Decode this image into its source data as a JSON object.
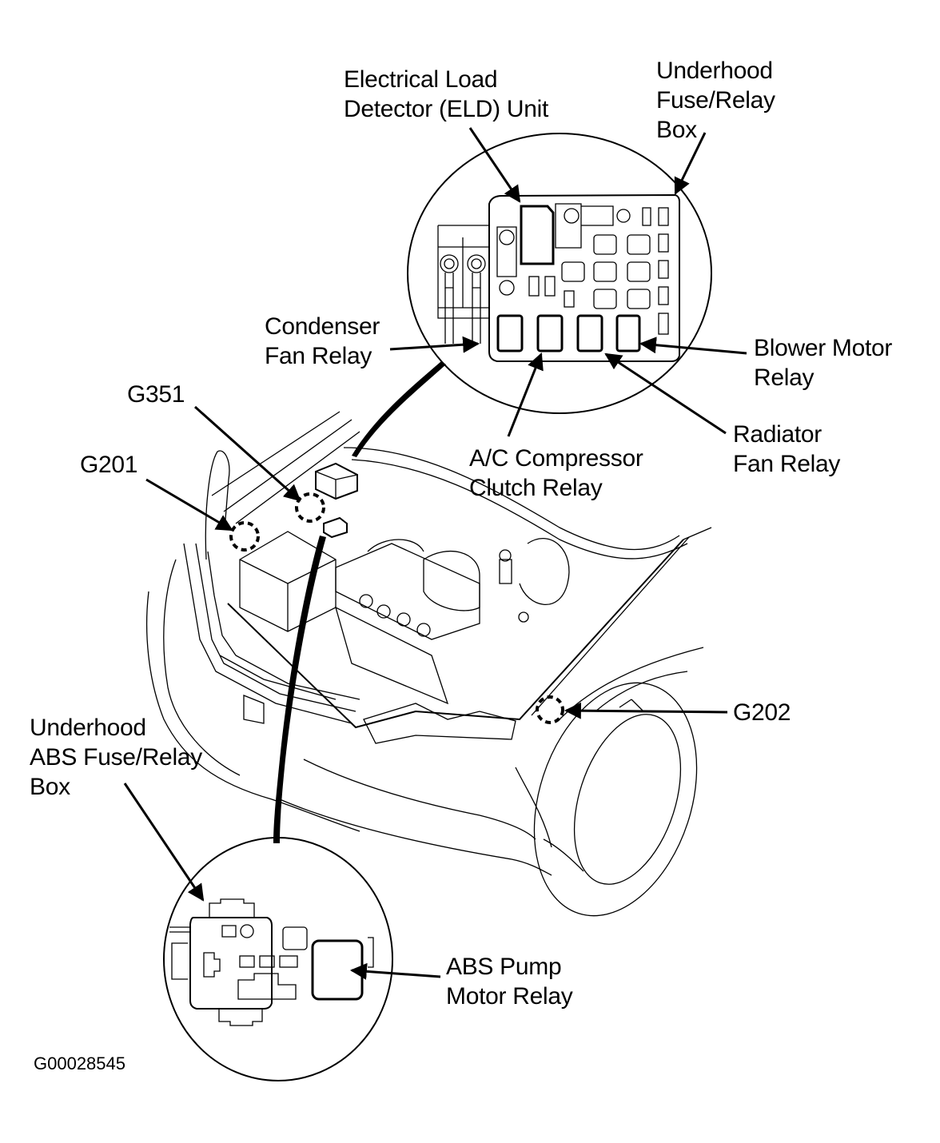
{
  "diagram": {
    "title_code": "G00028545",
    "colors": {
      "line": "#000000",
      "background": "#ffffff"
    },
    "labels": {
      "eld_unit": [
        "Electrical Load",
        "Detector (ELD) Unit"
      ],
      "underhood_fuse_box": [
        "Underhood",
        "Fuse/Relay",
        "Box"
      ],
      "condenser_fan_relay": [
        "Condenser",
        "Fan Relay"
      ],
      "blower_motor_relay": [
        "Blower Motor",
        "Relay"
      ],
      "ac_compressor_clutch_relay": [
        "A/C Compressor",
        "Clutch Relay"
      ],
      "radiator_fan_relay": [
        "Radiator",
        "Fan Relay"
      ],
      "g351": "G351",
      "g201": "G201",
      "g202": "G202",
      "abs_fuse_box": [
        "Underhood",
        "ABS Fuse/Relay",
        "Box"
      ],
      "abs_pump_motor_relay": [
        "ABS Pump",
        "Motor Relay"
      ]
    }
  }
}
